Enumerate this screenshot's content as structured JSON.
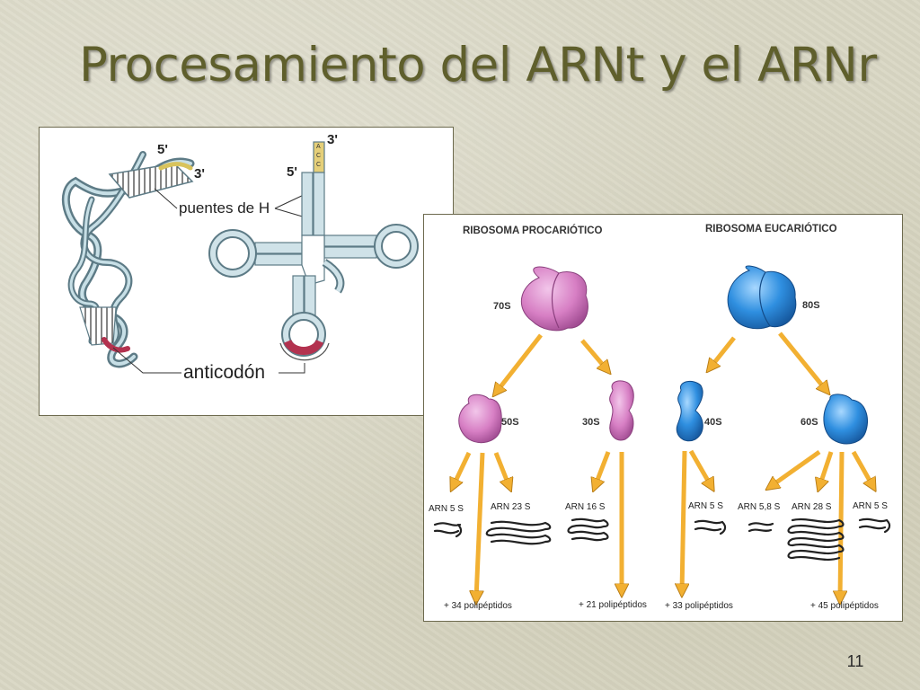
{
  "slide": {
    "title": "Procesamiento del ARNt y el ARNr",
    "page_number": "11"
  },
  "trna_panel": {
    "label_5prime_left": "5'",
    "label_3prime_left": "3'",
    "label_hbonds": "puentes de H",
    "label_3prime_right": "3'",
    "label_5prime_right": "5'",
    "acceptor_bases": [
      "A",
      "C",
      "C"
    ],
    "label_anticodon": "anticodón"
  },
  "ribosome_panel": {
    "heading_prokaryotic": "RIBOSOMA PROCARIÓTICO",
    "heading_eukaryotic": "RIBOSOMA EUCARIÓTICO",
    "pro_70s": "70S",
    "pro_50s": "50S",
    "pro_30s": "30S",
    "euk_80s": "80S",
    "euk_40s": "40S",
    "euk_60s": "60S",
    "pro_arn5s": "ARN 5 S",
    "pro_arn23s": "ARN 23  S",
    "pro_arn16s": "ARN 16 S",
    "euk_arn5s_a": "ARN 5 S",
    "euk_arn58s": "ARN 5,8 S",
    "euk_arn28s": "ARN 28 S",
    "euk_arn5s_b": "ARN 5 S",
    "pep_pro_large": "+ 34 polipéptidos",
    "pep_pro_small": "+ 21 polipéptidos",
    "pep_euk_small": "+ 33 polipéptidos",
    "pep_euk_large": "+ 45 polipéptidos",
    "colors": {
      "prokaryotic_ribosome": "#d77fc4",
      "eukaryotic_ribosome": "#2f8fe0",
      "arrow": "#f2b032"
    }
  }
}
